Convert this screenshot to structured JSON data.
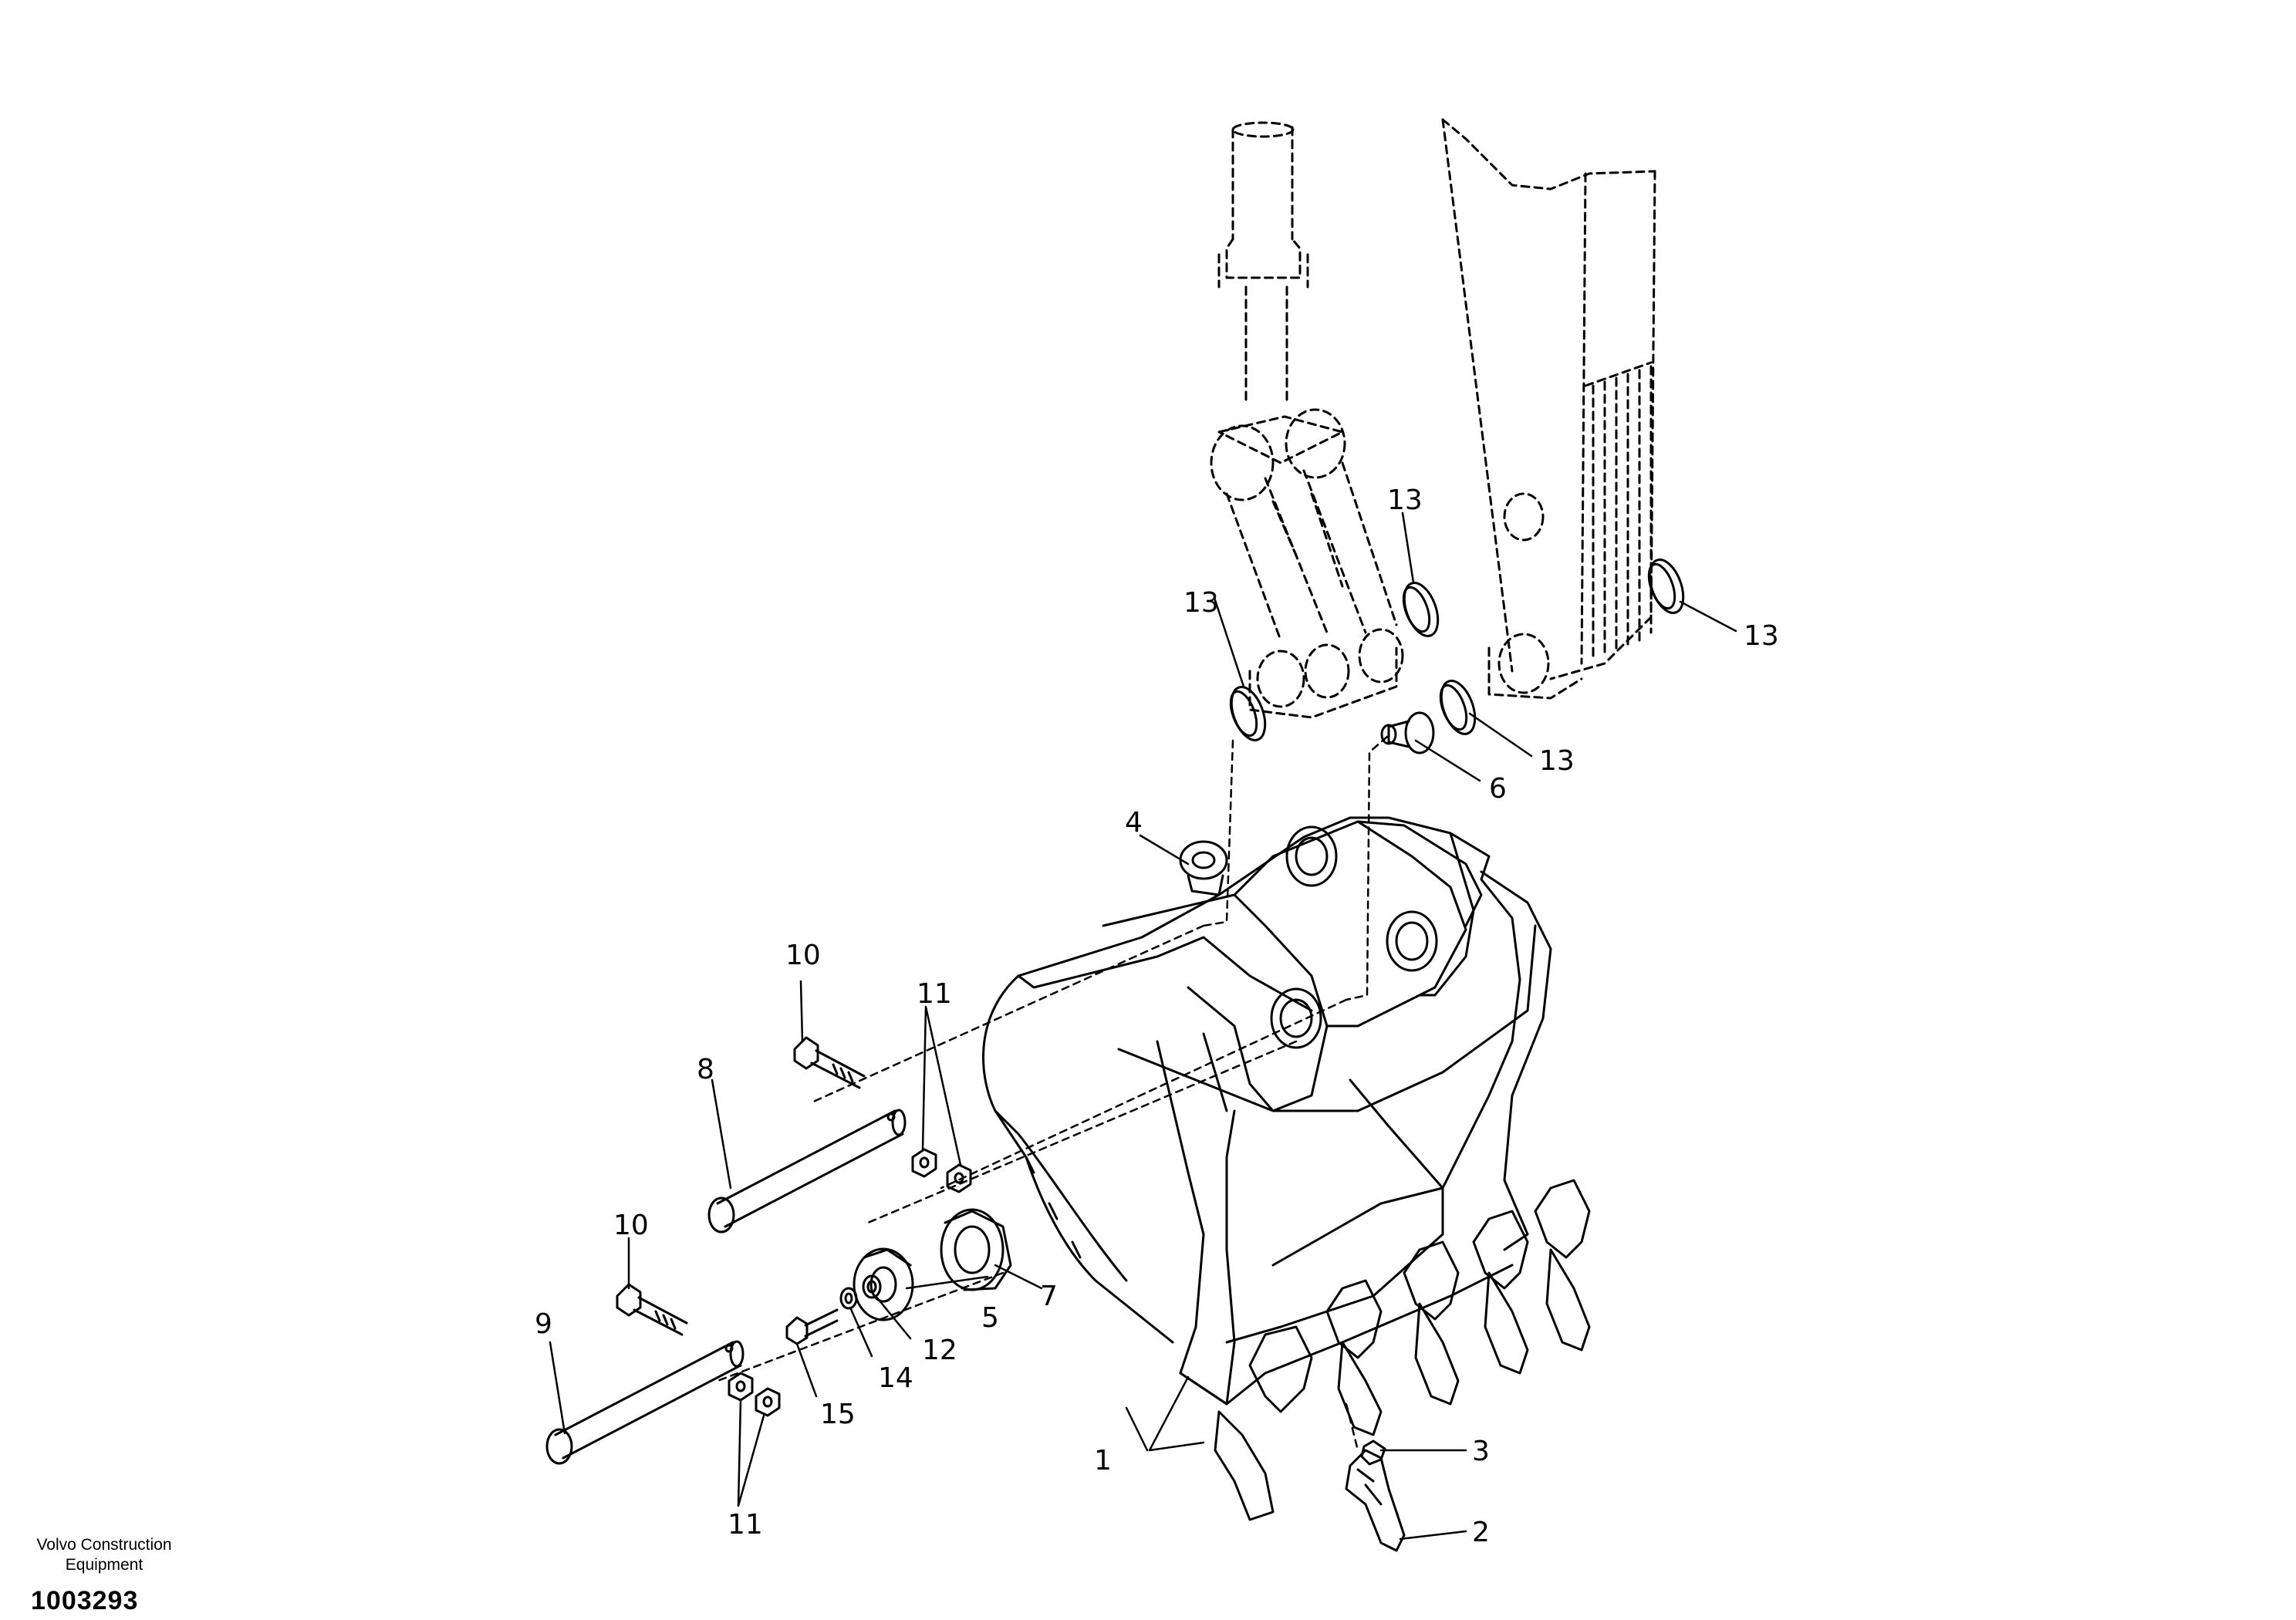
{
  "footer": {
    "org_line1": "Volvo Construction",
    "org_line2": "Equipment",
    "drawing_number": "1003293"
  },
  "callouts": [
    {
      "id": "c1",
      "label": "1"
    },
    {
      "id": "c2",
      "label": "2"
    },
    {
      "id": "c3",
      "label": "3"
    },
    {
      "id": "c4",
      "label": "4"
    },
    {
      "id": "c5",
      "label": "5"
    },
    {
      "id": "c6",
      "label": "6"
    },
    {
      "id": "c7",
      "label": "7"
    },
    {
      "id": "c8",
      "label": "8"
    },
    {
      "id": "c9",
      "label": "9"
    },
    {
      "id": "c10a",
      "label": "10"
    },
    {
      "id": "c10b",
      "label": "10"
    },
    {
      "id": "c11a",
      "label": "11"
    },
    {
      "id": "c11b",
      "label": "11"
    },
    {
      "id": "c12",
      "label": "12"
    },
    {
      "id": "c13a",
      "label": "13"
    },
    {
      "id": "c13b",
      "label": "13"
    },
    {
      "id": "c13c",
      "label": "13"
    },
    {
      "id": "c13d",
      "label": "13"
    },
    {
      "id": "c14",
      "label": "14"
    },
    {
      "id": "c15",
      "label": "15"
    }
  ]
}
